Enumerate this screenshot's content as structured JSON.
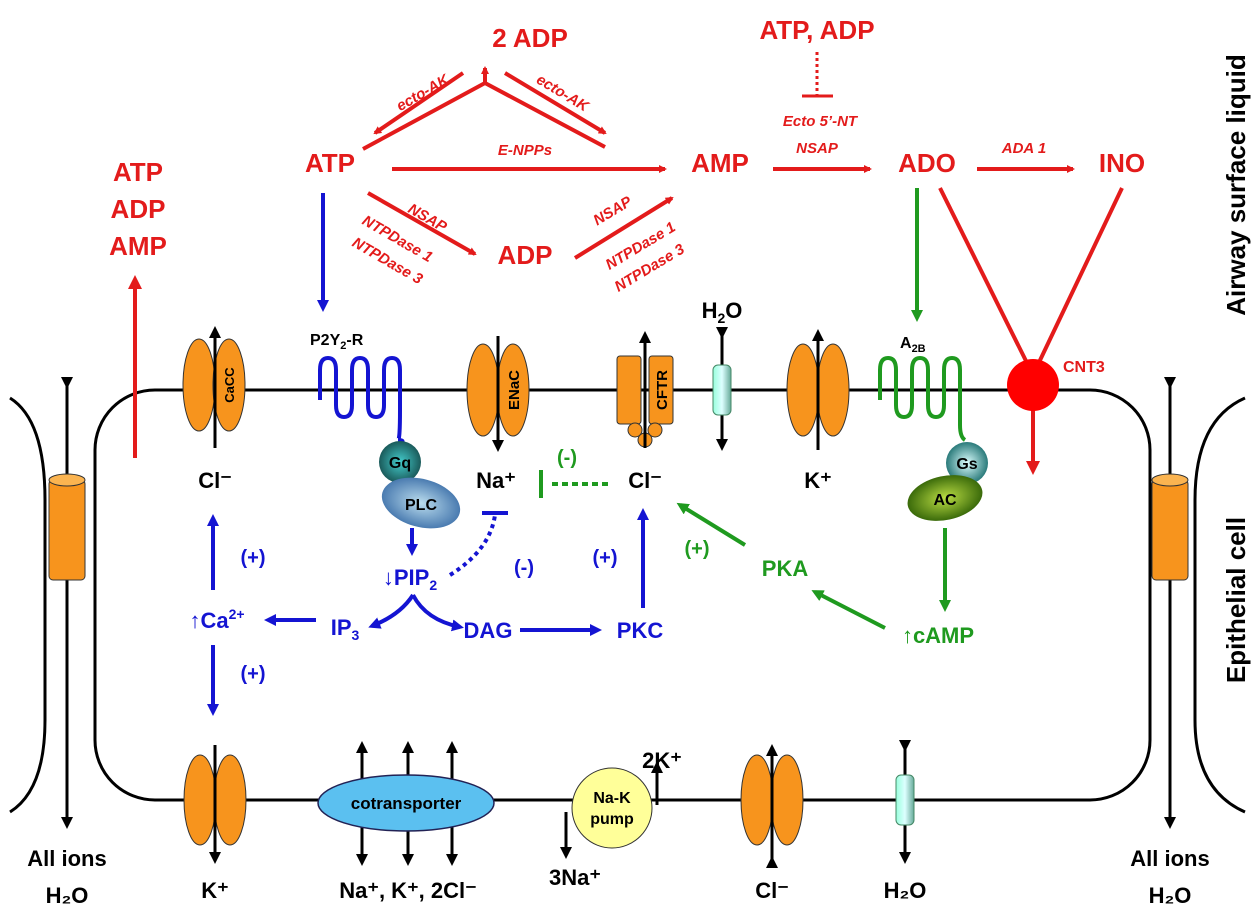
{
  "extracellular": {
    "two_adp": "2 ADP",
    "atp": "ATP",
    "amp": "AMP",
    "adp": "ADP",
    "ado": "ADO",
    "ino": "INO",
    "inhibitors": "ATP, ADP",
    "released": [
      "ATP",
      "ADP",
      "AMP"
    ],
    "enzymes": {
      "ecto_ak_left": "ecto-AK",
      "ecto_ak_right": "ecto-AK",
      "e_npps": "E-NPPs",
      "nsap_1": "NSAP",
      "ntpdase1_1": "NTPDase 1",
      "ntpdase3_1": "NTPDase 3",
      "nsap_2": "NSAP",
      "ntpdase1_2": "NTPDase 1",
      "ntpdase3_2": "NTPDase 3",
      "ecto_5nt": "Ecto 5’-NT",
      "nsap_3": "NSAP",
      "ada1": "ADA 1"
    }
  },
  "side_labels": {
    "airway": "Airway surface liquid",
    "cell": "Epithelial cell"
  },
  "membrane": {
    "cacc": "CaCC",
    "p2y2r": {
      "base": "P2Y",
      "sub": "2",
      "suffix": "-R"
    },
    "enac": "ENaC",
    "cftr": "CFTR",
    "h2o_top": {
      "base": "H",
      "sub": "2",
      "suffix": "O"
    },
    "a2b": {
      "base": "A",
      "sub": "2B"
    },
    "cnt3": "CNT3",
    "gq": "Gq",
    "plc": "PLC",
    "gs": "Gs",
    "ac": "AC"
  },
  "intracellular": {
    "cl_1": "Cl⁻",
    "na": "Na⁺",
    "cl_2": "Cl⁻",
    "k": "K⁺",
    "minus_green": "(-)",
    "minus_blue": "(-)",
    "plus_ca_up": "(+)",
    "plus_ca_down": "(+)",
    "plus_pkc": "(+)",
    "plus_pka": "(+)",
    "pip2": {
      "base": "↓PIP",
      "sub": "2"
    },
    "ca": {
      "base": "↑Ca",
      "sup": "2+"
    },
    "ip3": {
      "base": "IP",
      "sub": "3"
    },
    "dag": "DAG",
    "pkc": "PKC",
    "pka": "PKA",
    "camp": "↑cAMP"
  },
  "basolateral": {
    "cotransporter": "cotransporter",
    "pump_line1": "Na-K",
    "pump_line2": "pump",
    "two_k": "2K⁺",
    "three_na": "3Na⁺",
    "k": "K⁺",
    "co_ions": "Na⁺, K⁺, 2Cl⁻",
    "cl": "Cl⁻",
    "h2o": "H₂O"
  },
  "paracellular": {
    "left_ions": "All ions",
    "left_h2o": "H₂O",
    "right_ions": "All ions",
    "right_h2o": "H₂O"
  },
  "colors": {
    "purinergic": "#e31b1b",
    "p2y2_pathway": "#1414d2",
    "a2b_pathway": "#1f9a1f",
    "channels": "#f7941d"
  }
}
